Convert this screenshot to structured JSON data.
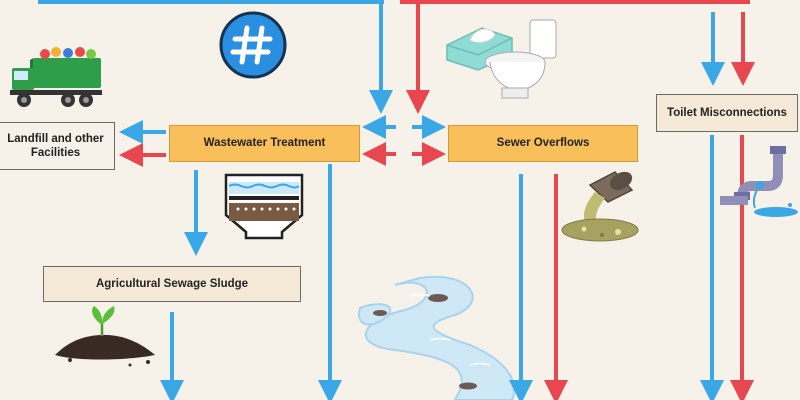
{
  "nodes": {
    "wastewater_treatment": "Wastewater Treatment",
    "sewer_overflows": "Sewer Overflows",
    "toilet_misconnections": "Toilet Misconnections",
    "landfill": "Landfill and other Facilities",
    "agri_sludge": "Agricultural Sewage Sludge"
  },
  "icons": {
    "hashtag": "hashtag-icon",
    "wipes_toilet": "wipes-and-toilet-icon",
    "garbage_truck": "garbage-truck-icon",
    "filter_tank": "filtration-tank-icon",
    "spilling_bucket": "sewage-spill-icon",
    "leaking_pipe": "leaking-pipe-icon",
    "plant_soil": "plant-in-soil-icon",
    "river": "river-icon"
  },
  "colors": {
    "blue_arrow": "#3aa7e6",
    "red_arrow": "#e8474f",
    "orange_box": "#f9bf5a",
    "beige_box": "#f5ead8",
    "background": "#f6f1e9"
  }
}
